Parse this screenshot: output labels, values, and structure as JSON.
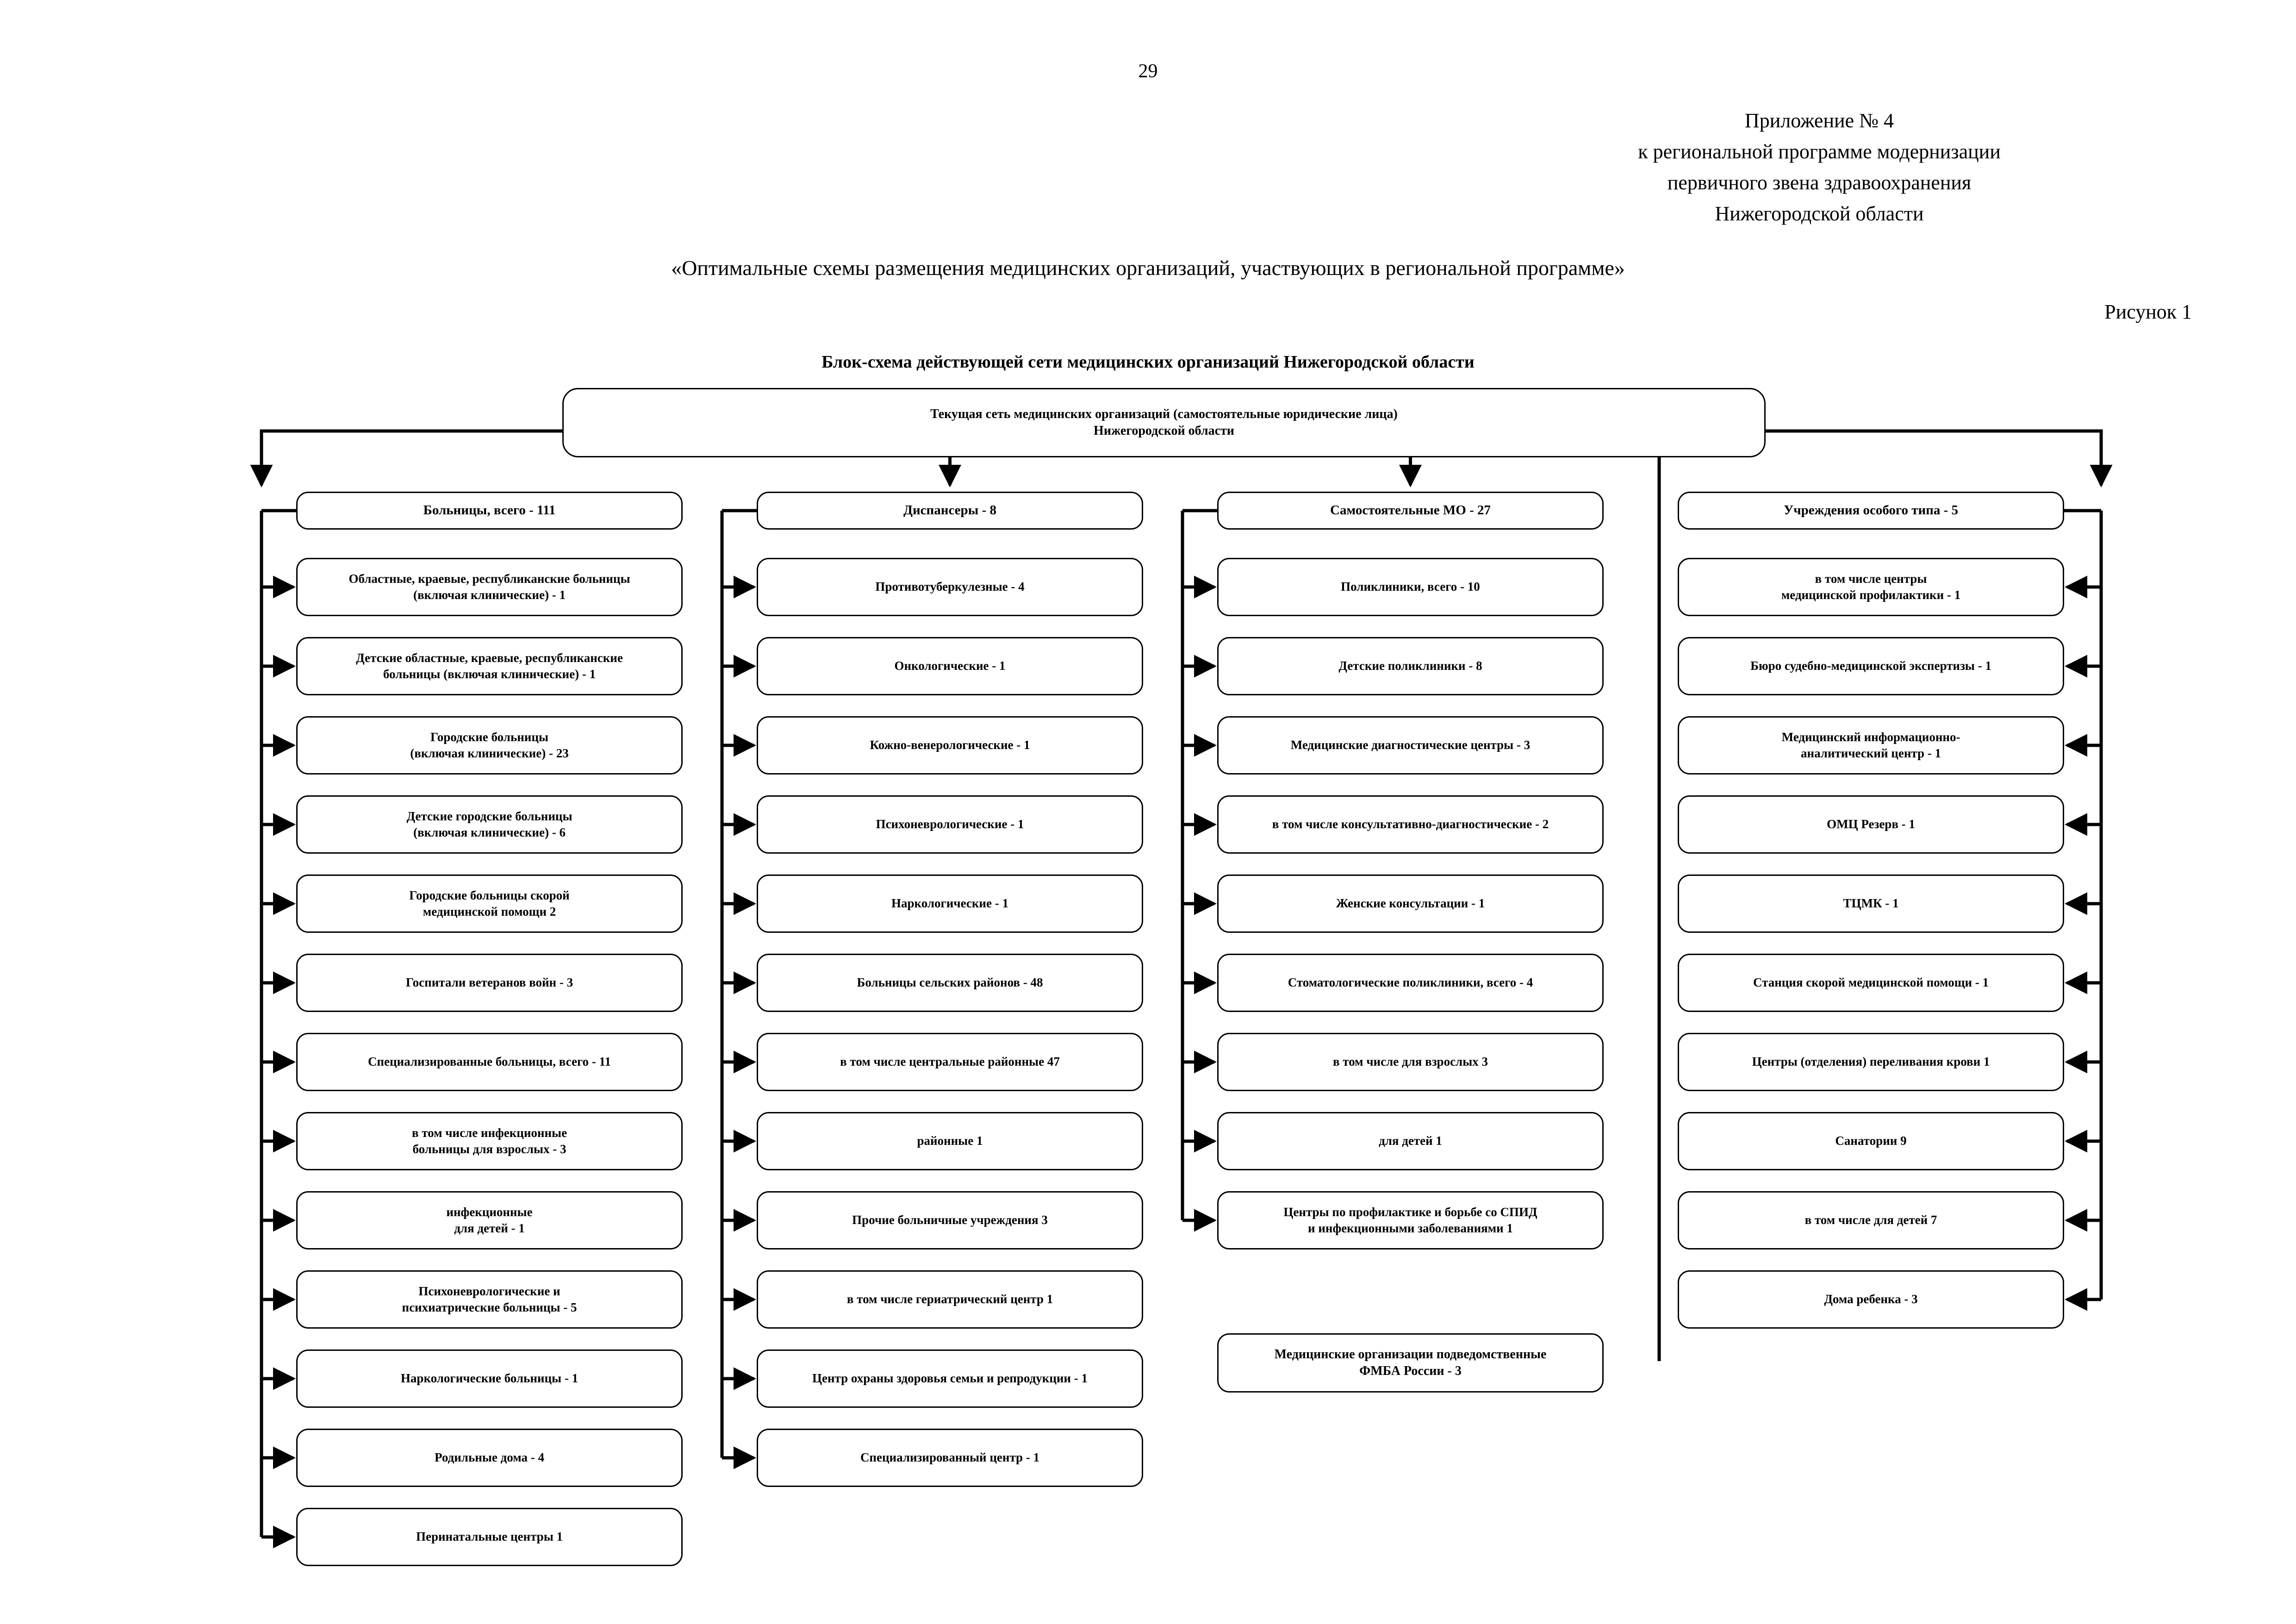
{
  "page": {
    "number": "29",
    "figure_label": "Рисунок 1",
    "quoted_title": "«Оптимальные схемы размещения медицинских организаций, участвующих в региональной программе»",
    "diagram_title": "Блок-схема действующей сети медицинских организаций Нижегородской области"
  },
  "appendix": {
    "line1": "Приложение № 4",
    "line2": "к региональной программе модернизации",
    "line3": "первичного звена здравоохранения",
    "line4": "Нижегородской области"
  },
  "diagram": {
    "root": "Текущая сеть медицинских организаций (самостоятельные юридические лица)\nНижегородской области",
    "columns": [
      {
        "header": "Больницы, всего - 111",
        "items": [
          "Областные, краевые, республиканские больницы\n(включая клинические) - 1",
          "Детские областные, краевые, республиканские\nбольницы (включая клинические) - 1",
          "Городские больницы\n(включая клинические) - 23",
          "Детские городские больницы\n(включая клинические) - 6",
          "Городские больницы скорой\nмедицинской помощи  2",
          "Госпитали ветеранов войн - 3",
          "Специализированные больницы, всего - 11",
          "в том числе инфекционные\nбольницы для взрослых - 3",
          "инфекционные\nдля детей - 1",
          "Психоневрологические и\nпсихиатрические больницы - 5",
          "Наркологические больницы - 1",
          "Родильные дома - 4",
          "Перинатальные центры  1"
        ]
      },
      {
        "header": "Диспансеры - 8",
        "items": [
          "Противотуберкулезные - 4",
          "Онкологические - 1",
          "Кожно-венерологические - 1",
          "Психоневрологические - 1",
          "Наркологические - 1",
          "Больницы сельских районов - 48",
          "в том числе центральные районные  47",
          "районные  1",
          "Прочие больничные учреждения  3",
          "в том числе гериатрический центр  1",
          "Центр охраны здоровья семьи и репродукции - 1",
          "Специализированный центр - 1"
        ]
      },
      {
        "header": "Самостоятельные МО - 27",
        "items": [
          "Поликлиники, всего - 10",
          "Детские поликлиники - 8",
          "Медицинские диагностические центры - 3",
          "в том числе консультативно-диагностические - 2",
          "Женские консультации - 1",
          "Стоматологические поликлиники, всего - 4",
          "в том числе для взрослых  3",
          "для детей  1",
          "Центры по профилактике и борьбе со СПИД\nи инфекционными заболеваниями  1"
        ],
        "standalone": "Медицинские организации подведомственные\nФМБА России - 3"
      },
      {
        "header": "Учреждения особого типа - 5",
        "items": [
          "в том числе центры\nмедицинской профилактики - 1",
          "Бюро судебно-медицинской экспертизы - 1",
          "Медицинский информационно-\nаналитический центр - 1",
          "ОМЦ Резерв - 1",
          "ТЦМК - 1",
          "Станция скорой медицинской помощи - 1",
          "Центры (отделения) переливания крови  1",
          "Санатории  9",
          "в том числе для детей  7",
          "Дома ребенка - 3"
        ]
      }
    ]
  }
}
